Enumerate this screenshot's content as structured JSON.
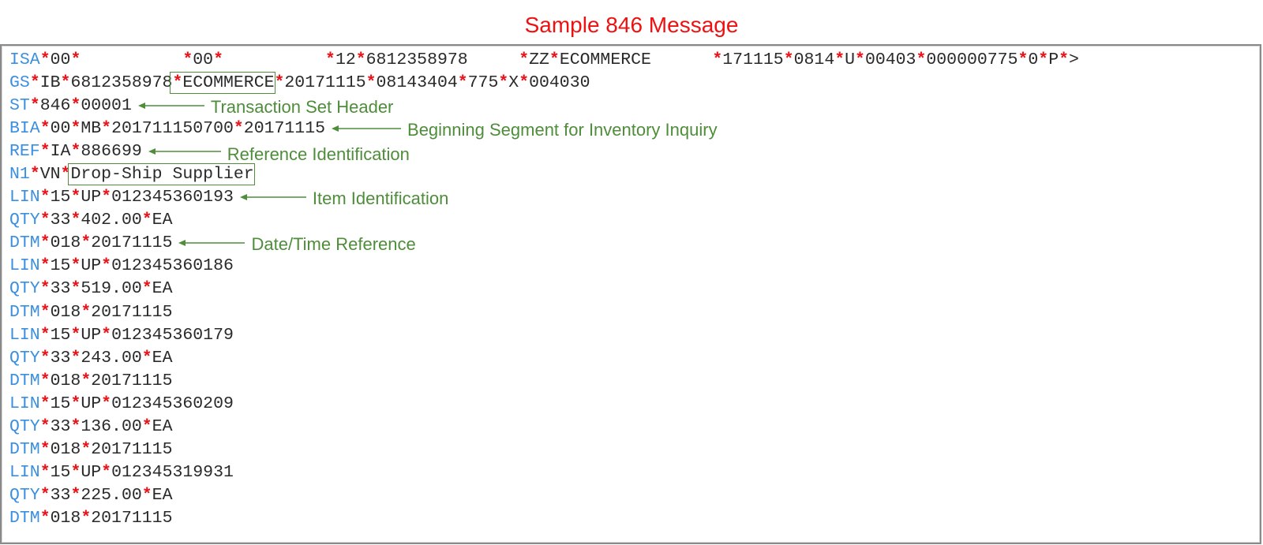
{
  "title": "Sample 846 Message",
  "colors": {
    "segment": "#3a8fe0",
    "separator": "#e8141a",
    "text": "#2a2a2a",
    "title": "#ee1111",
    "annotation": "#4e8d3a"
  },
  "lines": [
    "ISA*00*          *00*          *12*6812358978     *ZZ*ECOMMERCE      *171115*0814*U*00403*000000775*0*P*>",
    "GS*IB*6812358978*ECOMMERCE*20171115*08143404*775*X*004030",
    "ST*846*00001",
    "BIA*00*MB*201711150700*20171115",
    "REF*IA*886699",
    "N1*VN*Drop-Ship Supplier",
    "LIN*15*UP*012345360193",
    "QTY*33*402.00*EA",
    "DTM*018*20171115",
    "LIN*15*UP*012345360186",
    "QTY*33*519.00*EA",
    "DTM*018*20171115",
    "LIN*15*UP*012345360179",
    "QTY*33*243.00*EA",
    "DTM*018*20171115",
    "LIN*15*UP*012345360209",
    "QTY*33*136.00*EA",
    "DTM*018*20171115",
    "LIN*15*UP*012345319931",
    "QTY*33*225.00*EA",
    "DTM*018*20171115"
  ],
  "annotations": [
    {
      "line": 2,
      "label": "Transaction Set Header"
    },
    {
      "line": 3,
      "label": "Beginning Segment for Inventory Inquiry"
    },
    {
      "line": 4,
      "label": "Reference Identification"
    },
    {
      "line": 6,
      "label": "Item Identification"
    },
    {
      "line": 8,
      "label": "Date/Time Reference"
    }
  ]
}
